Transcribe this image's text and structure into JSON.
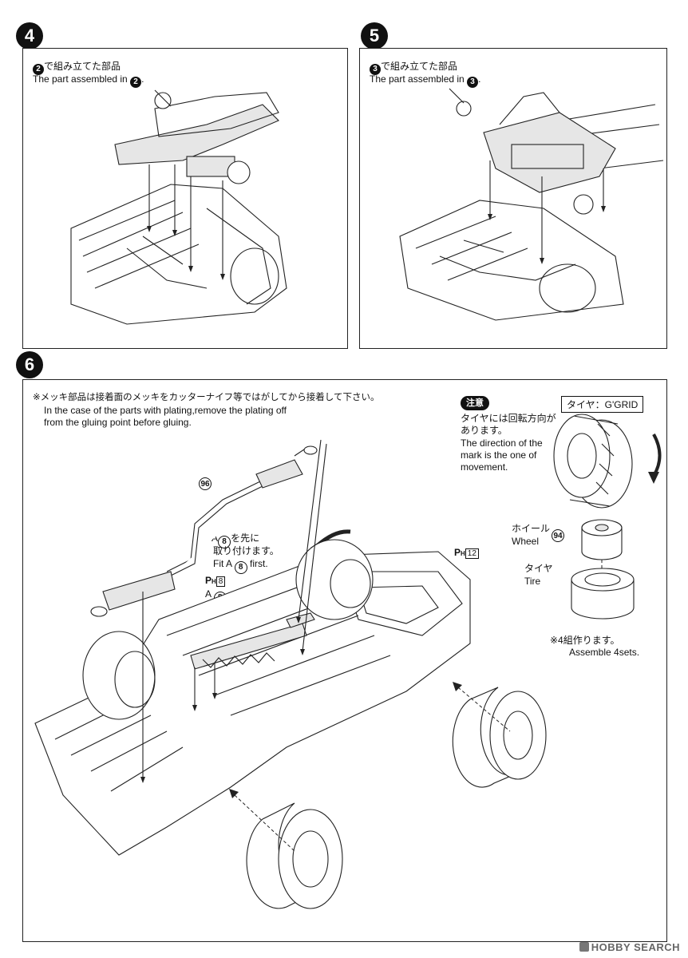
{
  "steps": {
    "step4": {
      "number": "4",
      "note_jp_suffix": "で組み立てた部品",
      "note_en_prefix": "The part assembled in",
      "ref_number": "2"
    },
    "step5": {
      "number": "5",
      "note_jp_suffix": "で組み立てた部品",
      "note_en_prefix": "The part assembled in",
      "ref_number": "3"
    },
    "step6": {
      "number": "6",
      "plating_note_jp": "※メッキ部品は接着面のメッキをカッターナイフ等ではがしてから接着して下さい。",
      "plating_note_en_1": "In the case of the parts with plating,remove the plating off",
      "plating_note_en_2": "from the gluing point before gluing.",
      "part_96": "96",
      "fit_note_jp_1": "※A",
      "fit_note_jp_2": "を先に",
      "fit_note_jp_3": "取り付けます。",
      "fit_note_en_1": "Fit A",
      "fit_note_en_2": "first.",
      "part_a8": "8",
      "ph8_prefix": "P",
      "ph8_sub": "H",
      "ph8_num": "8",
      "a8_label": "A",
      "ph12_prefix": "P",
      "ph12_sub": "H",
      "ph12_num": "12",
      "caution_badge": "注意",
      "caution_jp_1": "タイヤには回転方向が",
      "caution_jp_2": "あります。",
      "caution_en_1": "The direction of the",
      "caution_en_2": "mark is the one of",
      "caution_en_3": "movement.",
      "tire_type_label": "タイヤ：G'GRID",
      "wheel_jp": "ホイール",
      "wheel_en": "Wheel",
      "part_94": "94",
      "tire_jp": "タイヤ",
      "tire_en": "Tire",
      "assemble_jp": "※4組作ります。",
      "assemble_en": "Assemble 4sets."
    }
  },
  "watermark": {
    "text": "HOBBY SEARCH"
  }
}
